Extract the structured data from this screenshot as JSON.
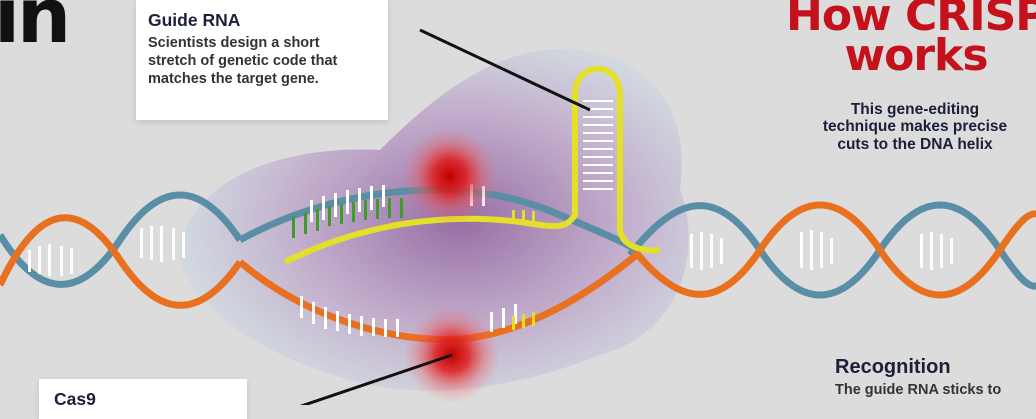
{
  "corner_word": "in",
  "headline": {
    "line1": "How CRISPR",
    "line2": "works"
  },
  "subhead": {
    "line1": "This gene-editing",
    "line2": "technique makes precise",
    "line3": "cuts to the DNA helix"
  },
  "callouts": {
    "guide_rna": {
      "title": "Guide RNA",
      "body_line1": "Scientists design a short",
      "body_line2": "stretch of genetic code that",
      "body_line3": "matches the target gene."
    },
    "cas9": {
      "title": "Cas9"
    },
    "recognition": {
      "title": "Recognition",
      "body": "The guide RNA sticks to"
    }
  },
  "colors": {
    "headline": "#c4111b",
    "strand_blue": "#5a8ea6",
    "strand_orange": "#e8701f",
    "guide_rna": "#e4e02a",
    "base_pair_green": "#3f9c2c",
    "cut_site": "#e01a1a",
    "cas9_protein": "#b79ac4",
    "background": "#dcdcdc"
  }
}
